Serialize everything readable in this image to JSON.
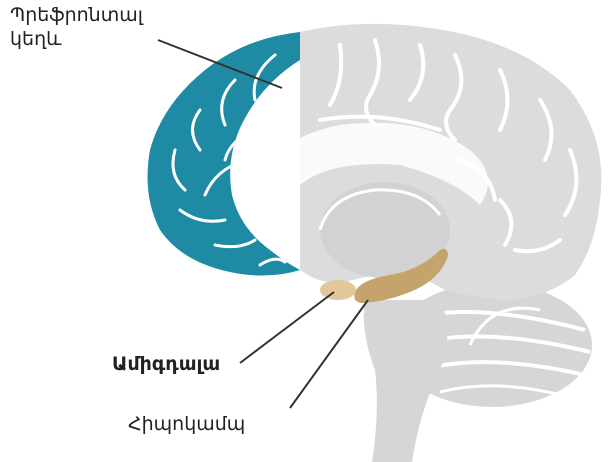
{
  "labels": {
    "prefrontal_line1": "Պրեֆրոնտալ",
    "prefrontal_line2": "կեղև",
    "amygdala": "Ամիգդալա",
    "hippocampus": "Հիպոկամպ"
  },
  "colors": {
    "brain": "#dcdcdc",
    "brain_outline": "#cfcfcf",
    "folds": "#ffffff",
    "prefrontal": "#1e8aa3",
    "amygdala": "#e3c79b",
    "hippocampus": "#c4a46b",
    "leader_line": "#333333"
  }
}
